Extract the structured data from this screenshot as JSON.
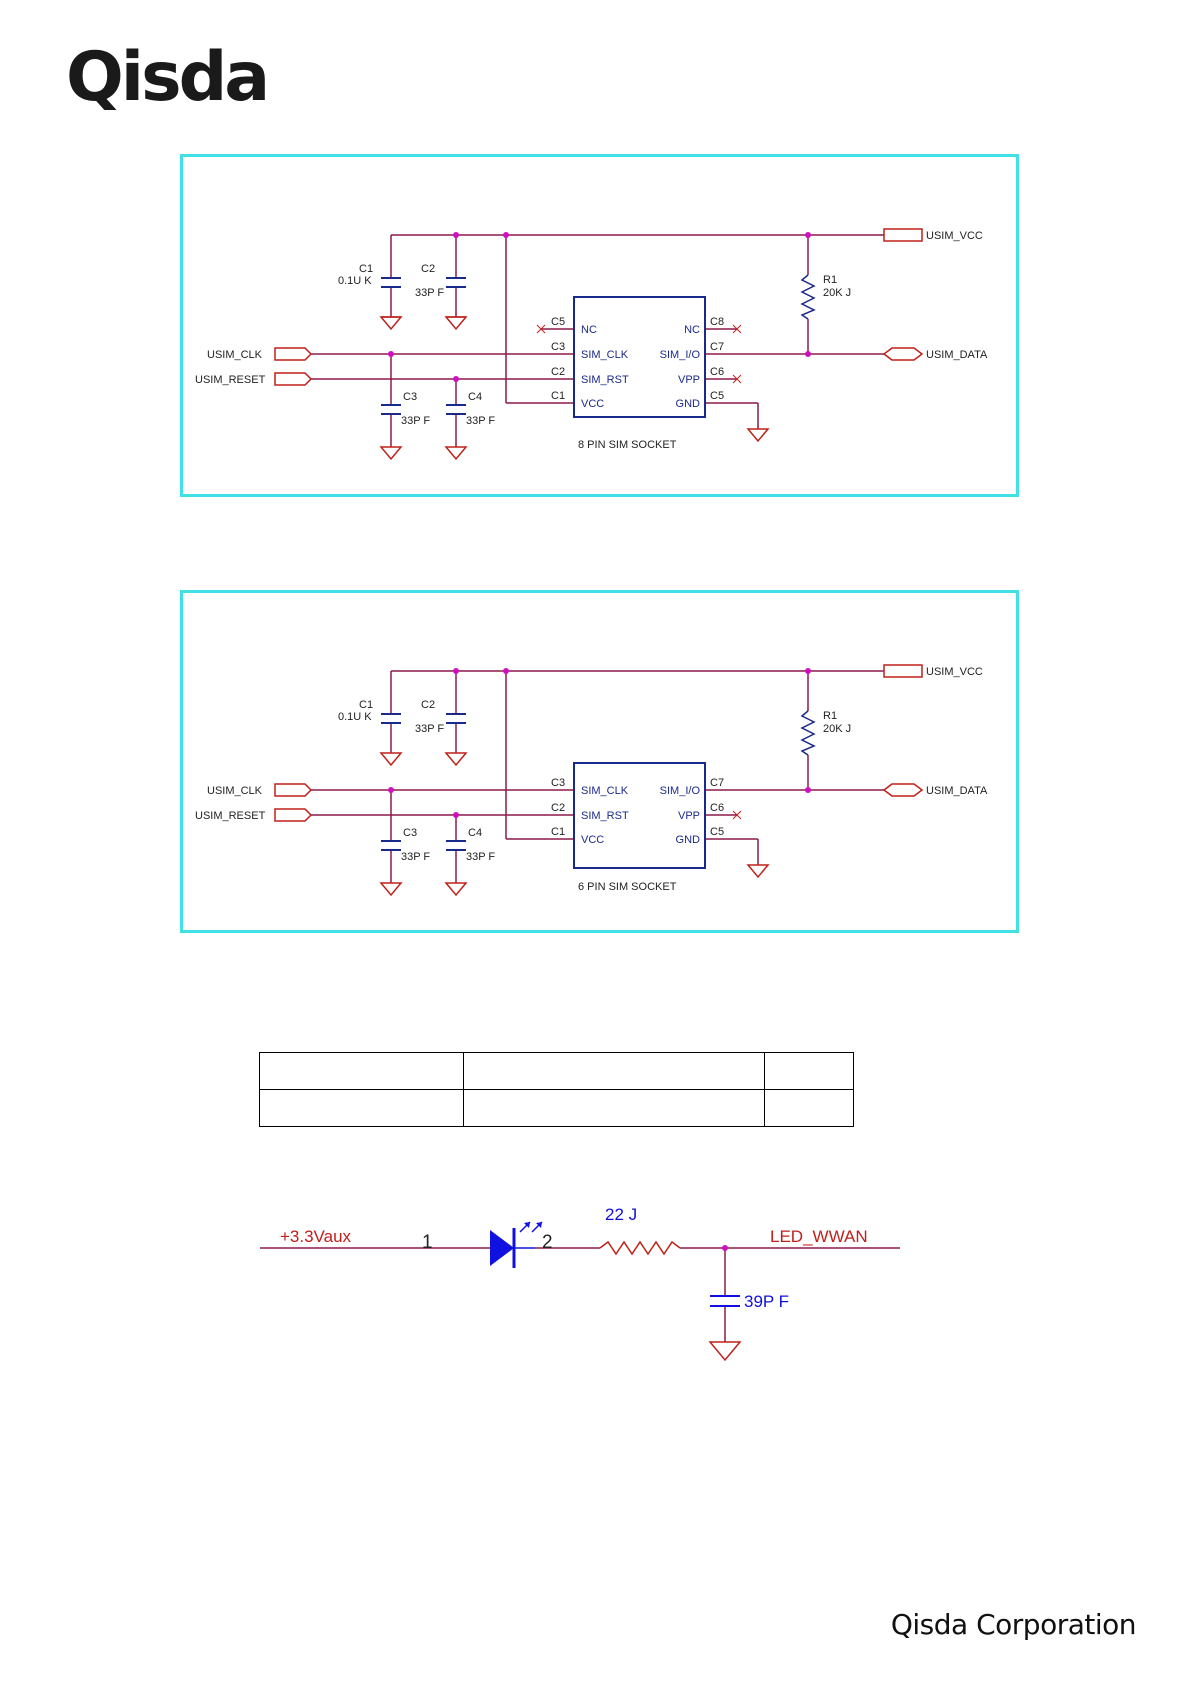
{
  "header": {
    "logo_text": "Qisda"
  },
  "schematic_8pin": {
    "caption": "8 PIN SIM SOCKET",
    "ports": {
      "vcc": "USIM_VCC",
      "clk": "USIM_CLK",
      "reset": "USIM_RESET",
      "data": "USIM_DATA"
    },
    "caps": [
      {
        "ref": "C1",
        "value": "0.1U K"
      },
      {
        "ref": "C2",
        "value": "33P F"
      },
      {
        "ref": "C3",
        "value": "33P F"
      },
      {
        "ref": "C4",
        "value": "33P F"
      }
    ],
    "resistor": {
      "ref": "R1",
      "value": "20K J"
    },
    "left_pins": [
      {
        "num": "C5",
        "name": "NC"
      },
      {
        "num": "C3",
        "name": "SIM_CLK"
      },
      {
        "num": "C2",
        "name": "SIM_RST"
      },
      {
        "num": "C1",
        "name": "VCC"
      }
    ],
    "right_pins": [
      {
        "num": "C8",
        "name": "NC"
      },
      {
        "num": "C7",
        "name": "SIM_I/O"
      },
      {
        "num": "C6",
        "name": "VPP"
      },
      {
        "num": "C5",
        "name": "GND"
      }
    ]
  },
  "schematic_6pin": {
    "caption": "6 PIN SIM SOCKET",
    "ports": {
      "vcc": "USIM_VCC",
      "clk": "USIM_CLK",
      "reset": "USIM_RESET",
      "data": "USIM_DATA"
    },
    "caps": [
      {
        "ref": "C1",
        "value": "0.1U K"
      },
      {
        "ref": "C2",
        "value": "33P F"
      },
      {
        "ref": "C3",
        "value": "33P F"
      },
      {
        "ref": "C4",
        "value": "33P F"
      }
    ],
    "resistor": {
      "ref": "R1",
      "value": "20K J"
    },
    "left_pins": [
      {
        "num": "C3",
        "name": "SIM_CLK"
      },
      {
        "num": "C2",
        "name": "SIM_RST"
      },
      {
        "num": "C1",
        "name": "VCC"
      }
    ],
    "right_pins": [
      {
        "num": "C7",
        "name": "SIM_I/O"
      },
      {
        "num": "C6",
        "name": "VPP"
      },
      {
        "num": "C5",
        "name": "GND"
      }
    ]
  },
  "led_circuit": {
    "supply": "+3.3Vaux",
    "pin1": "1",
    "pin2": "2",
    "resistor_value": "22 J",
    "net": "LED_WWAN",
    "cap_value": "39P F"
  },
  "footer": {
    "company": "Qisda Corporation"
  },
  "colors": {
    "wire": "#8b1a4a",
    "port": "#c0201a",
    "node": "#d010c0",
    "panel_border": "#3fe0e6",
    "chip": "#1a2a8a",
    "led": "#1010e0"
  }
}
